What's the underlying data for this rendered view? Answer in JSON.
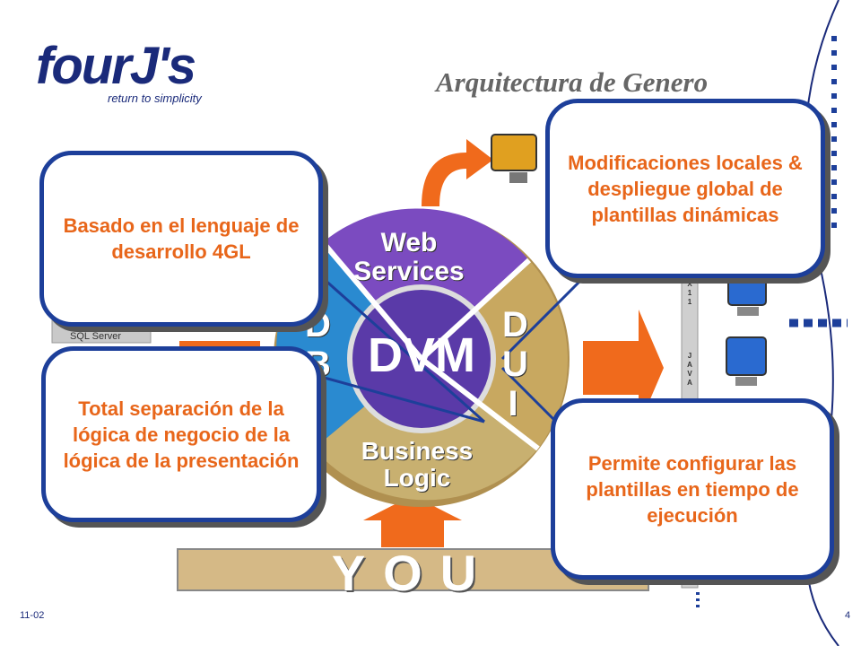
{
  "logo": {
    "wordmark": "fourJ's",
    "tagline": "return to simplicity"
  },
  "title": "Arquitectura de Genero",
  "wheel": {
    "center": "DVM",
    "segments": {
      "top": "Web Services",
      "bottom": "Business Logic",
      "right": "D U I",
      "left": "D B"
    }
  },
  "banner": "YOU",
  "sidebar": {
    "sql_label": "SQL Server"
  },
  "client_labels": {
    "x11": "X 1 1",
    "java": "J A V A"
  },
  "callouts": {
    "top_left": "Basado en el lenguaje de desarrollo 4GL",
    "top_right": "Modificaciones locales & despliegue global de plantillas dinámicas",
    "bottom_left": "Total separación de la lógica de negocio de la lógica de la presentación",
    "bottom_right": "Permite configurar las plantillas en tiempo de ejecución"
  },
  "footer": {
    "date": "11-02",
    "page": "4"
  },
  "colors": {
    "accent_orange": "#e8661a",
    "border_blue": "#1d3f9a",
    "logo_blue": "#1a2a7a"
  }
}
